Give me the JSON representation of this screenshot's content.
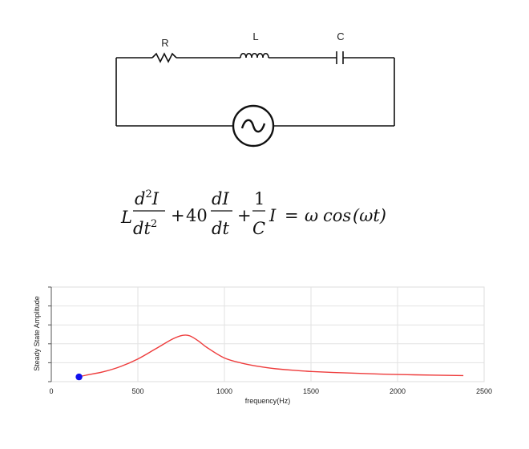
{
  "circuit": {
    "labels": {
      "resistor": "R",
      "inductor": "L",
      "capacitor": "C"
    },
    "source_icon": "ac-source-icon"
  },
  "equation": {
    "coef_L": "L",
    "d2_num": "d",
    "d2_exp": "2",
    "d2_var": "I",
    "d2_den_dt": "dt",
    "d2_den_exp": "2",
    "plus1": "+",
    "damping": "40",
    "d1_num": "dI",
    "d1_den": "dt",
    "plus2": "+",
    "one": "1",
    "C": "C",
    "I": "I",
    "equals": "=",
    "omega": "ω",
    "cos": "cos",
    "arg": "(ωt)",
    "damping_color": "#1a1ad6",
    "rhs_color": "#e02020"
  },
  "chart_data": {
    "type": "line",
    "title": "",
    "xlabel": "frequency(Hz)",
    "ylabel": "Steady State Amplitude",
    "xlim": [
      0,
      2500
    ],
    "ylim": [
      0,
      5
    ],
    "xticks": [
      0,
      500,
      1000,
      1500,
      2000,
      2500
    ],
    "grid": true,
    "series": [
      {
        "color": "#ee3b3b",
        "x": [
          160,
          200,
          300,
          400,
          500,
          600,
          700,
          760,
          800,
          850,
          900,
          1000,
          1100,
          1200,
          1300,
          1400,
          1500,
          1700,
          1900,
          2100,
          2380
        ],
        "y": [
          0.25,
          0.34,
          0.52,
          0.8,
          1.2,
          1.72,
          2.25,
          2.45,
          2.42,
          2.15,
          1.8,
          1.25,
          0.98,
          0.8,
          0.68,
          0.6,
          0.54,
          0.46,
          0.4,
          0.36,
          0.32
        ]
      }
    ],
    "marker": {
      "x": 160,
      "y": 0.25,
      "color": "#1111ee"
    }
  }
}
